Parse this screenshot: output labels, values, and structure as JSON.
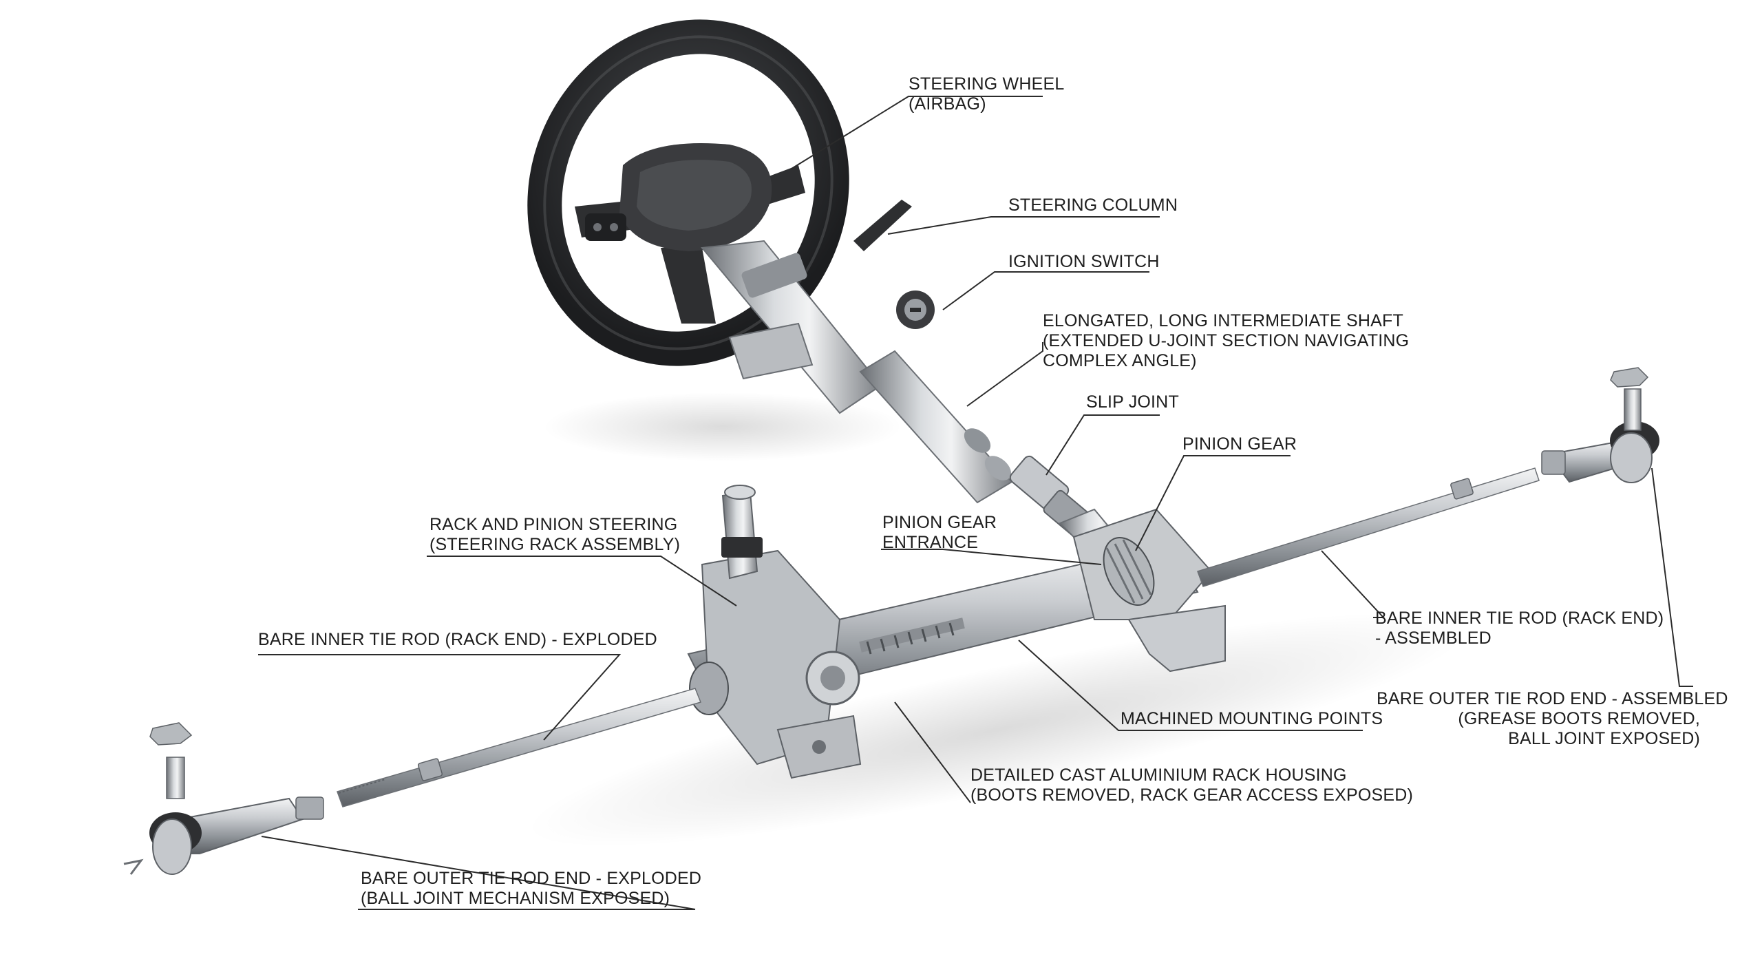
{
  "labels": {
    "steering_wheel": [
      "STEERING WHEEL",
      "(AIRBAG)"
    ],
    "steering_column": [
      "STEERING COLUMN"
    ],
    "ignition_switch": [
      "IGNITION SWITCH"
    ],
    "intermediate_shaft": [
      "ELONGATED, LONG INTERMEDIATE SHAFT",
      "(EXTENDED U-JOINT SECTION NAVIGATING",
      "COMPLEX ANGLE)"
    ],
    "slip_joint": [
      "SLIP JOINT"
    ],
    "pinion_gear": [
      "PINION GEAR"
    ],
    "pinion_gear_entrance": [
      "PINION GEAR",
      "ENTRANCE"
    ],
    "rack_and_pinion": [
      "RACK AND PINION STEERING",
      "(STEERING RACK ASSEMBLY)"
    ],
    "bare_inner_exploded": [
      "BARE INNER TIE ROD (RACK END) - EXPLODED"
    ],
    "bare_inner_assembled": [
      "BARE INNER TIE ROD (RACK END)",
      "- ASSEMBLED"
    ],
    "bare_outer_assembled": [
      "BARE OUTER TIE ROD END - ASSEMBLED",
      "(GREASE BOOTS REMOVED,",
      "BALL JOINT EXPOSED)"
    ],
    "machined_mounting": [
      "MACHINED MOUNTING POINTS"
    ],
    "rack_housing": [
      "DETAILED CAST ALUMINIUM RACK HOUSING",
      "(BOOTS REMOVED, RACK GEAR ACCESS EXPOSED)"
    ],
    "bare_outer_exploded": [
      "BARE OUTER TIE ROD END - EXPLODED",
      "(BALL JOINT MECHANISM EXPOSED)"
    ]
  },
  "colors": {
    "text": "#1e1e1e",
    "leader": "#2b2b2b",
    "metal_light": "#e4e6e8",
    "metal_mid": "#a9adb2",
    "metal_dark": "#5d6166",
    "wheel_dark": "#2a2b2d",
    "background": "#ffffff"
  }
}
